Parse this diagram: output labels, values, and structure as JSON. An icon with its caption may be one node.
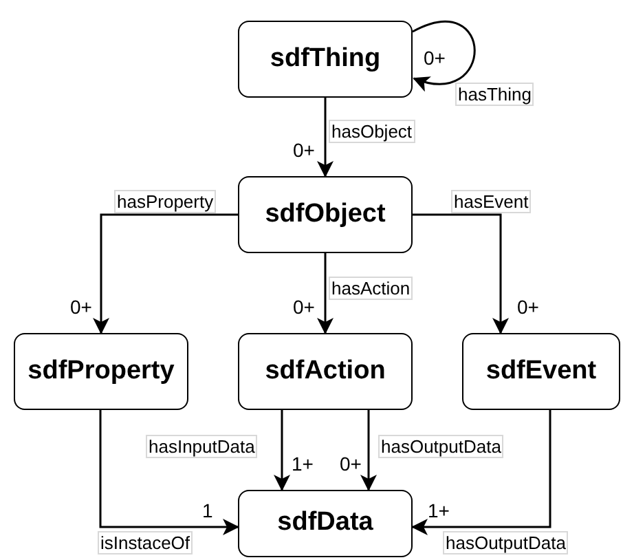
{
  "diagram": {
    "nodes": [
      {
        "text": [
          "sdfThing"
        ]
      },
      {
        "text": [
          "sdfObject"
        ]
      },
      {
        "text": [
          "sdfProperty"
        ]
      },
      {
        "text": [
          "sdfAction"
        ]
      },
      {
        "text": [
          "sdfEvent"
        ]
      },
      {
        "text": [
          "sdfData"
        ]
      }
    ],
    "edges": [
      {
        "from": 0,
        "to": 0,
        "arrow": "to",
        "label": "hasThing"
      },
      {
        "from": 0,
        "to": 1,
        "arrow": "to",
        "label": "hasObject"
      },
      {
        "from": 1,
        "to": 2,
        "arrow": "to",
        "label": "hasProperty"
      },
      {
        "from": 1,
        "to": 3,
        "arrow": "to",
        "label": "hasAction"
      },
      {
        "from": 1,
        "to": 4,
        "arrow": "to",
        "label": "hasEvent"
      },
      {
        "from": 3,
        "to": 5,
        "arrow": "to",
        "label": "hasInputData"
      },
      {
        "from": 3,
        "to": 5,
        "arrow": "to",
        "label": "hasOutputData"
      },
      {
        "from": 2,
        "to": 5,
        "arrow": "to",
        "label": "isInstaceOf"
      },
      {
        "from": 4,
        "to": 5,
        "arrow": "to",
        "label": "hasOutputData"
      }
    ],
    "labels": [
      "0+",
      "0+",
      "0+",
      "0+",
      "0+",
      "1+",
      "0+",
      "1",
      "1+"
    ]
  }
}
